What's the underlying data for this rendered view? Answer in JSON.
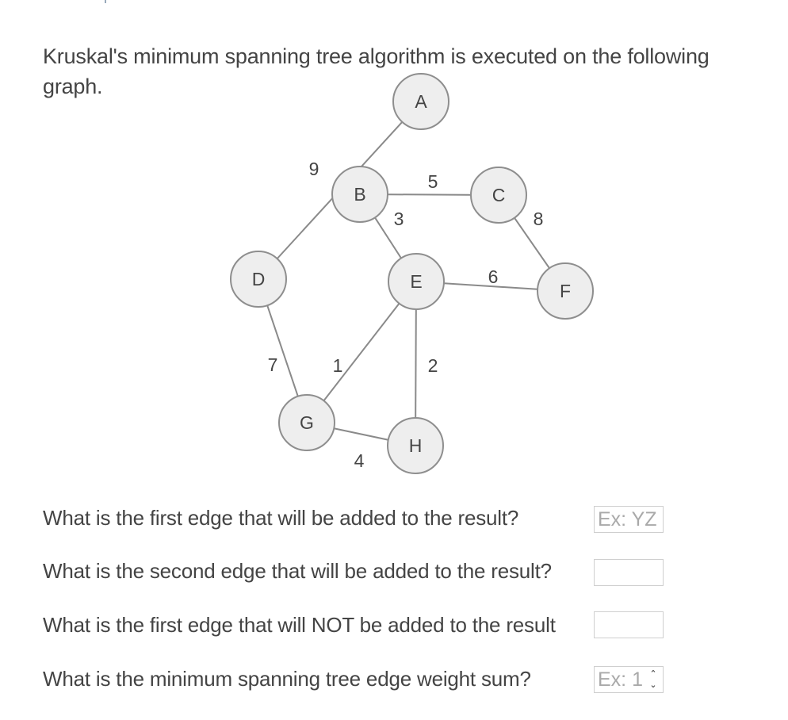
{
  "intro_text": "Kruskal's minimum spanning tree algorithm is executed on the following graph.",
  "graph": {
    "nodes": [
      {
        "id": "A",
        "label": "A"
      },
      {
        "id": "B",
        "label": "B"
      },
      {
        "id": "C",
        "label": "C"
      },
      {
        "id": "D",
        "label": "D"
      },
      {
        "id": "E",
        "label": "E"
      },
      {
        "id": "F",
        "label": "F"
      },
      {
        "id": "G",
        "label": "G"
      },
      {
        "id": "H",
        "label": "H"
      }
    ],
    "edges": [
      {
        "from": "A",
        "to": "D",
        "weight": "9"
      },
      {
        "from": "B",
        "to": "C",
        "weight": "5"
      },
      {
        "from": "B",
        "to": "E",
        "weight": "3"
      },
      {
        "from": "C",
        "to": "F",
        "weight": "8"
      },
      {
        "from": "E",
        "to": "F",
        "weight": "6"
      },
      {
        "from": "D",
        "to": "G",
        "weight": "7"
      },
      {
        "from": "G",
        "to": "E",
        "weight": "1"
      },
      {
        "from": "E",
        "to": "H",
        "weight": "2"
      },
      {
        "from": "G",
        "to": "H",
        "weight": "4"
      }
    ]
  },
  "questions": {
    "q1": {
      "text": "What is the first edge that will be added to the result?",
      "placeholder": "Ex: YZ",
      "value": ""
    },
    "q2": {
      "text": "What is the second edge that will be added to the result?",
      "placeholder": "",
      "value": ""
    },
    "q3": {
      "text": "What is the first edge that will NOT be added to the result",
      "placeholder": "",
      "value": ""
    },
    "q4": {
      "text": "What is the minimum spanning tree edge weight sum?",
      "placeholder": "Ex: 1",
      "value": ""
    }
  },
  "spinner_icons": {
    "up": "chevron-up-icon",
    "down": "chevron-down-icon"
  }
}
